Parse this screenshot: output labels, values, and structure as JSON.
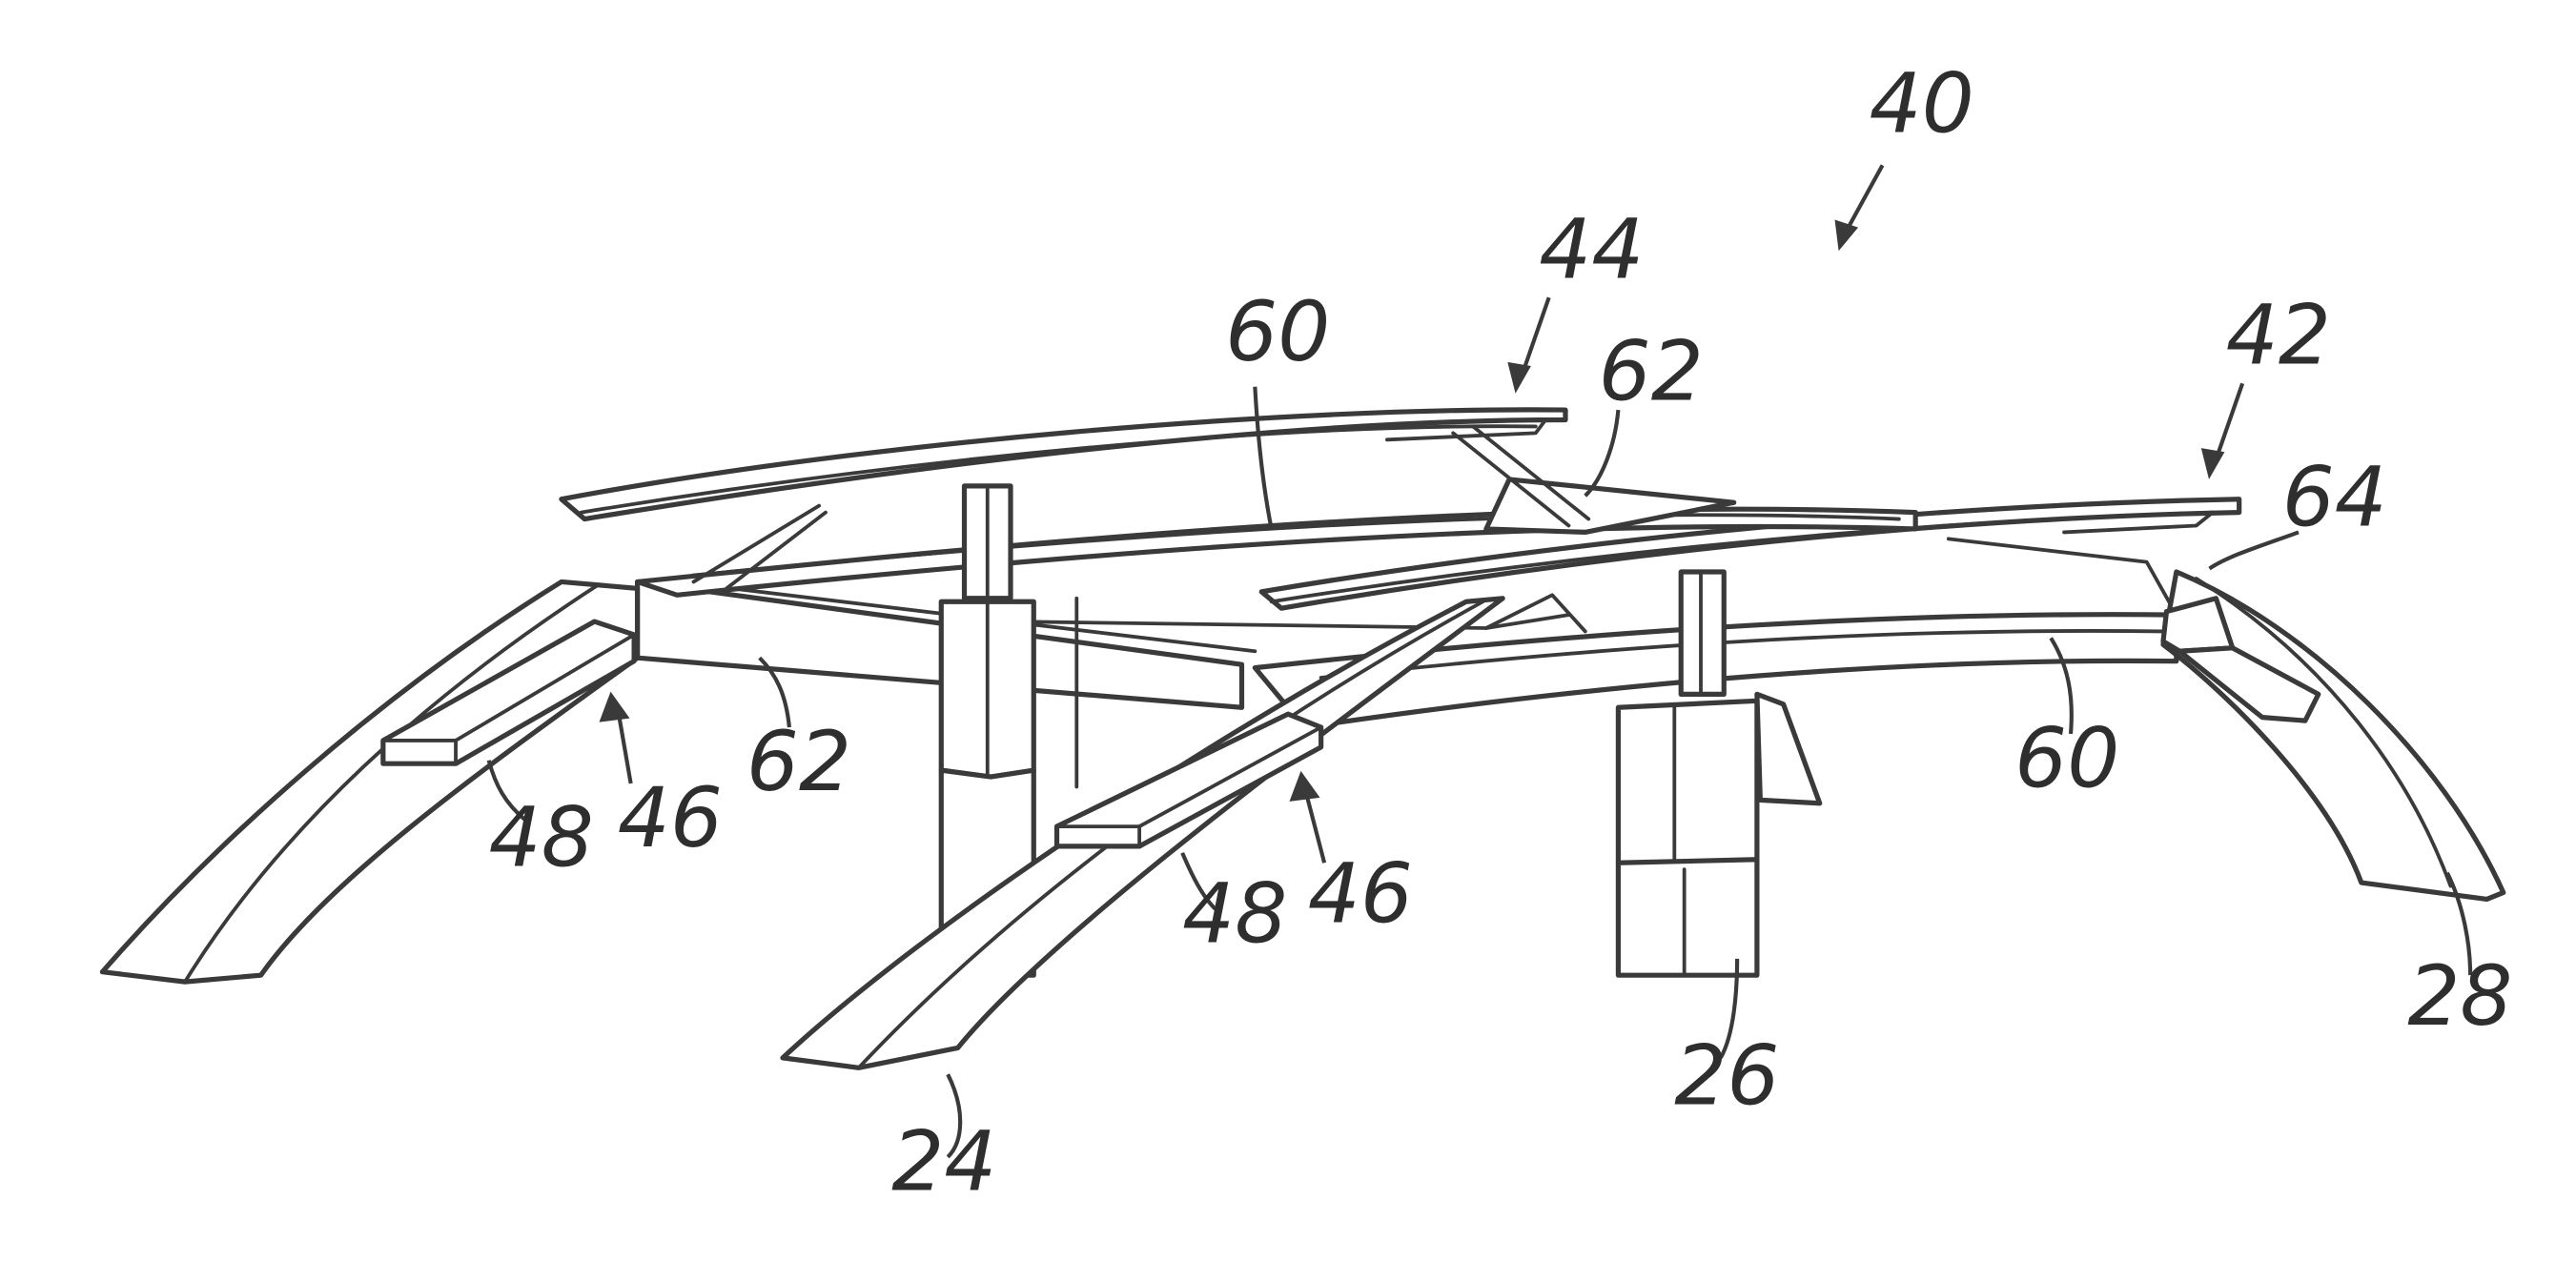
{
  "figure": {
    "reference_labels": [
      {
        "id": "ref-40",
        "text": "40"
      },
      {
        "id": "ref-44",
        "text": "44"
      },
      {
        "id": "ref-42",
        "text": "42"
      },
      {
        "id": "ref-64",
        "text": "64"
      },
      {
        "id": "ref-60-top",
        "text": "60"
      },
      {
        "id": "ref-62-top",
        "text": "62"
      },
      {
        "id": "ref-62-left",
        "text": "62"
      },
      {
        "id": "ref-60-right",
        "text": "60"
      },
      {
        "id": "ref-48-left",
        "text": "48"
      },
      {
        "id": "ref-46-left",
        "text": "46"
      },
      {
        "id": "ref-48-mid",
        "text": "48"
      },
      {
        "id": "ref-46-mid",
        "text": "46"
      },
      {
        "id": "ref-24",
        "text": "24"
      },
      {
        "id": "ref-26",
        "text": "26"
      },
      {
        "id": "ref-28",
        "text": "28"
      }
    ]
  }
}
